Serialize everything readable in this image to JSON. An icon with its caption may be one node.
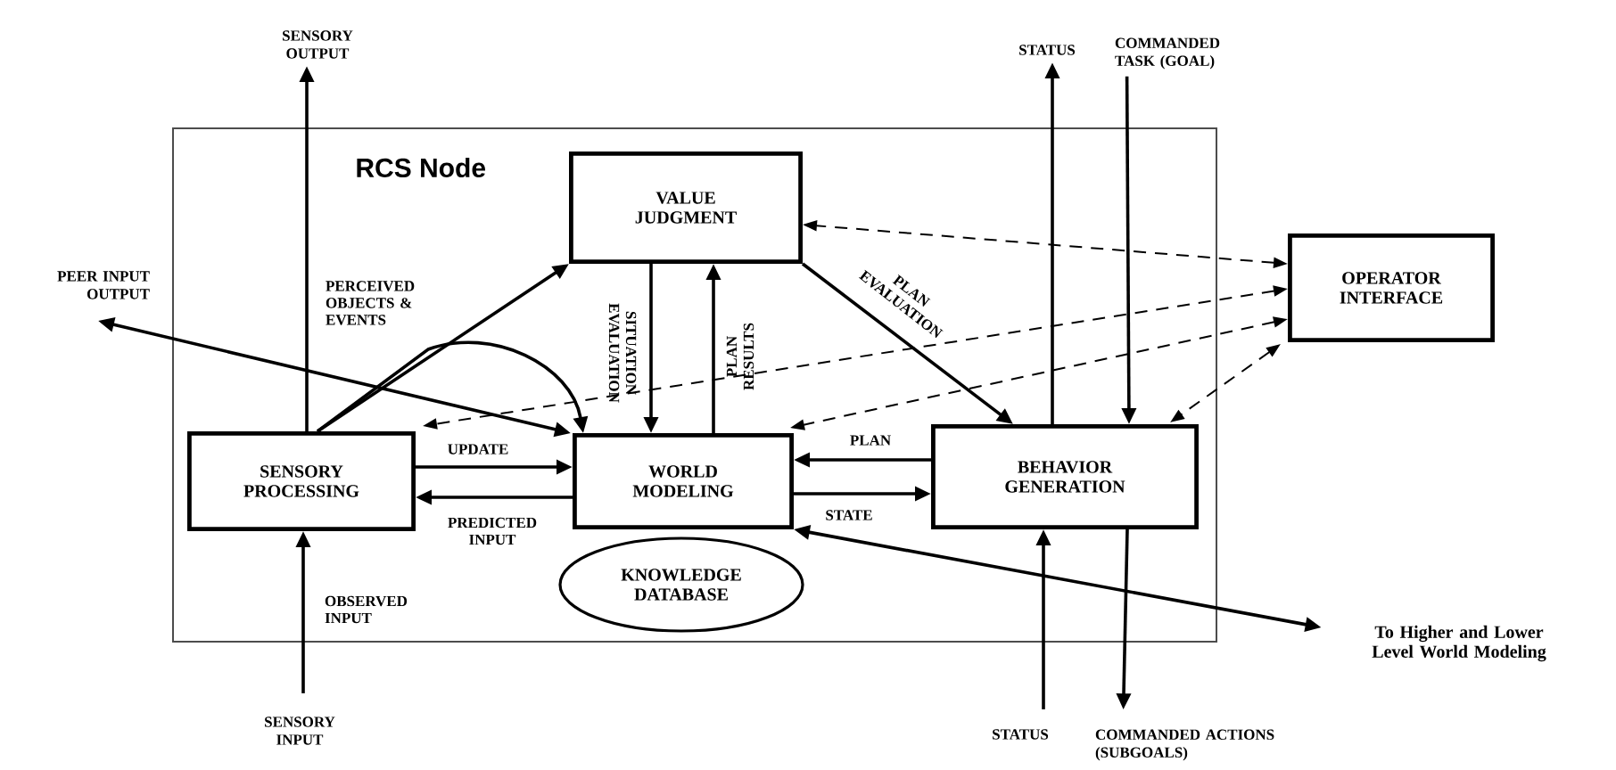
{
  "diagram": {
    "nodes": [
      {
        "text": [
          "RCS Node"
        ]
      },
      {
        "text": [
          "VALUE JUDGMENT"
        ],
        "in": 0
      },
      {
        "text": [
          "SENSORY PROCESSING"
        ],
        "in": 0
      },
      {
        "text": [
          "WORLD MODELING"
        ],
        "in": 0
      },
      {
        "text": [
          "KNOWLEDGE DATABASE"
        ],
        "in": 0
      },
      {
        "text": [
          "BEHAVIOR GENERATION"
        ],
        "in": 0
      },
      {
        "text": [
          "OPERATOR INTERFACE"
        ]
      },
      {
        "text": [
          "SENSORY OUTPUT"
        ]
      },
      {
        "text": [
          "PEER INPUT OUTPUT"
        ]
      },
      {
        "text": [
          "SENSORY INPUT"
        ]
      },
      {
        "text": [
          "STATUS"
        ]
      },
      {
        "text": [
          "COMMANDED TASK (GOAL)"
        ]
      },
      {
        "text": [
          "STATUS"
        ]
      },
      {
        "text": [
          "COMMANDED ACTIONS (SUBGOALS)"
        ]
      },
      {
        "text": [
          "To Higher and Lower Level World Modeling"
        ]
      }
    ],
    "edges": [
      {
        "from": 2,
        "to": 7,
        "arrow": "to"
      },
      {
        "from": 2,
        "to": 1,
        "arrow": "to",
        "label": "PERCEIVED OBJECTS & EVENTS"
      },
      {
        "from": 8,
        "to": 3,
        "arrow": "both"
      },
      {
        "from": 2,
        "to": 3,
        "arrow": "to"
      },
      {
        "from": 1,
        "to": 3,
        "arrow": "to",
        "label": "SITUATION EVALUATION"
      },
      {
        "from": 3,
        "to": 1,
        "arrow": "to",
        "label": "PLAN RESULTS"
      },
      {
        "from": 1,
        "to": 5,
        "arrow": "to",
        "label": "PLAN EVALUATION"
      },
      {
        "from": 2,
        "to": 3,
        "arrow": "to",
        "label": "UPDATE"
      },
      {
        "from": 3,
        "to": 2,
        "arrow": "to",
        "label": "PREDICTED INPUT"
      },
      {
        "from": 5,
        "to": 3,
        "arrow": "to",
        "label": "PLAN"
      },
      {
        "from": 3,
        "to": 5,
        "arrow": "to",
        "label": "STATE"
      },
      {
        "from": 5,
        "to": 10,
        "arrow": "to"
      },
      {
        "from": 11,
        "to": 5,
        "arrow": "to"
      },
      {
        "from": 12,
        "to": 5,
        "arrow": "to"
      },
      {
        "from": 5,
        "to": 13,
        "arrow": "to"
      },
      {
        "from": 3,
        "to": 14,
        "arrow": "both"
      },
      {
        "from": 9,
        "to": 2,
        "arrow": "to",
        "label": "OBSERVED INPUT"
      },
      {
        "from": 6,
        "to": 1,
        "arrow": "both",
        "style": "dashed"
      },
      {
        "from": 6,
        "to": 2,
        "arrow": "both",
        "style": "dashed"
      },
      {
        "from": 6,
        "to": 3,
        "arrow": "both",
        "style": "dashed"
      },
      {
        "from": 6,
        "to": 5,
        "arrow": "both",
        "style": "dashed"
      }
    ]
  }
}
